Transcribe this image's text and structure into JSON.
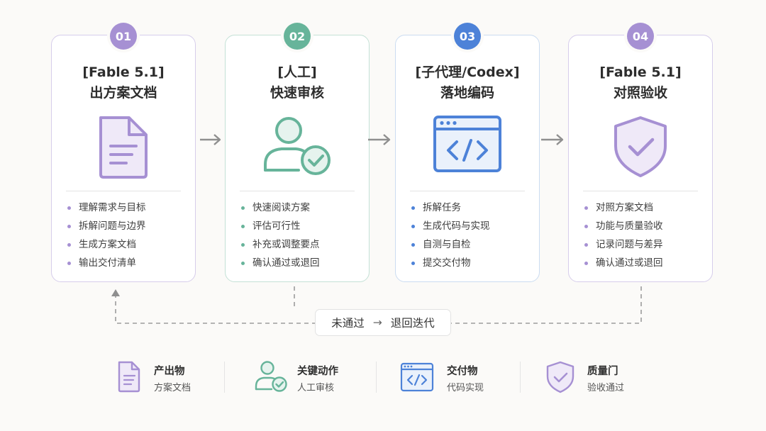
{
  "steps": [
    {
      "number": "01",
      "title_line1": "[Fable 5.1]",
      "title_line2": "出方案文档",
      "icon": "document-icon",
      "items": [
        "理解需求与目标",
        "拆解问题与边界",
        "生成方案文档",
        "输出交付清单"
      ]
    },
    {
      "number": "02",
      "title_line1": "[人工]",
      "title_line2": "快速审核",
      "icon": "user-check-icon",
      "items": [
        "快速阅读方案",
        "评估可行性",
        "补充或调整要点",
        "确认通过或退回"
      ]
    },
    {
      "number": "03",
      "title_line1": "[子代理/Codex]",
      "title_line2": "落地编码",
      "icon": "code-window-icon",
      "items": [
        "拆解任务",
        "生成代码与实现",
        "自测与自检",
        "提交交付物"
      ]
    },
    {
      "number": "04",
      "title_line1": "[Fable 5.1]",
      "title_line2": "对照验收",
      "icon": "shield-check-icon",
      "items": [
        "对照方案文档",
        "功能与质量验收",
        "记录问题与差异",
        "确认通过或退回"
      ]
    }
  ],
  "feedback_loop": {
    "from_label": "未通过",
    "arrow": "→",
    "to_label": "退回迭代"
  },
  "legend": [
    {
      "icon": "document-icon",
      "title": "产出物",
      "subtitle": "方案文档"
    },
    {
      "icon": "user-check-icon",
      "title": "关键动作",
      "subtitle": "人工审核"
    },
    {
      "icon": "code-window-icon",
      "title": "交付物",
      "subtitle": "代码实现"
    },
    {
      "icon": "shield-check-icon",
      "title": "质量门",
      "subtitle": "验收通过"
    }
  ],
  "colors": {
    "purple": "#a690d3",
    "green": "#67b49a",
    "blue": "#4d82d8",
    "arrow_gray": "#8f8f8f"
  }
}
